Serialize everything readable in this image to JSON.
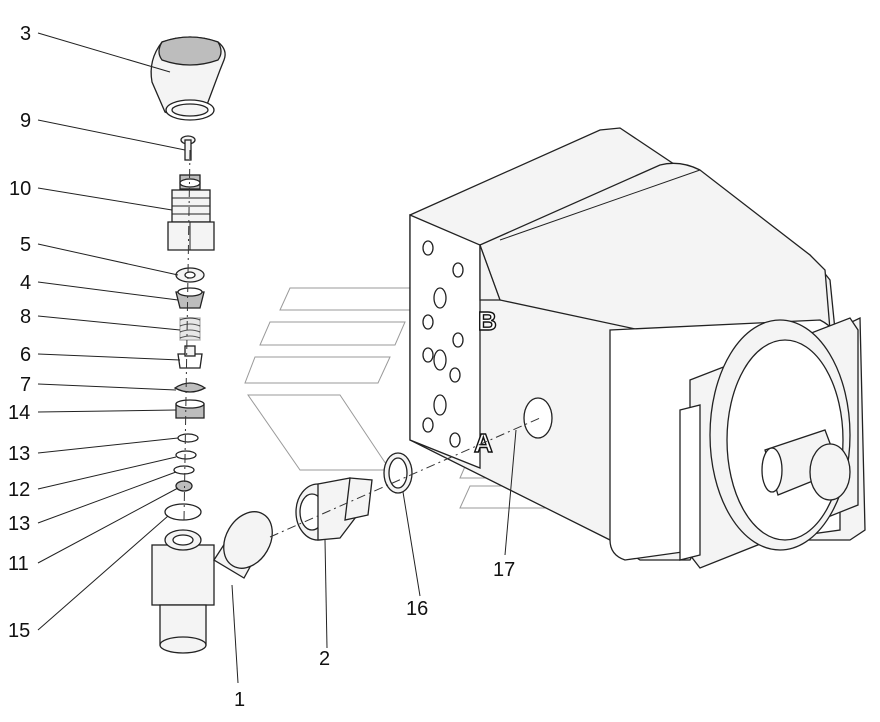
{
  "callouts": [
    {
      "id": "c3",
      "label": "3"
    },
    {
      "id": "c9",
      "label": "9"
    },
    {
      "id": "c10",
      "label": "10"
    },
    {
      "id": "c5",
      "label": "5"
    },
    {
      "id": "c4",
      "label": "4"
    },
    {
      "id": "c8",
      "label": "8"
    },
    {
      "id": "c6",
      "label": "6"
    },
    {
      "id": "c7",
      "label": "7"
    },
    {
      "id": "c14",
      "label": "14"
    },
    {
      "id": "c13a",
      "label": "13"
    },
    {
      "id": "c12",
      "label": "12"
    },
    {
      "id": "c13b",
      "label": "13"
    },
    {
      "id": "c11",
      "label": "11"
    },
    {
      "id": "c15",
      "label": "15"
    },
    {
      "id": "c1",
      "label": "1"
    },
    {
      "id": "c2",
      "label": "2"
    },
    {
      "id": "c16",
      "label": "16"
    },
    {
      "id": "c17",
      "label": "17"
    }
  ],
  "ports": {
    "b": "B",
    "a": "A"
  },
  "colors": {
    "line": "#222222",
    "fill_light": "#f4f4f4",
    "fill_dark": "#bdbdbd",
    "watermark": "#9a9a9a"
  }
}
